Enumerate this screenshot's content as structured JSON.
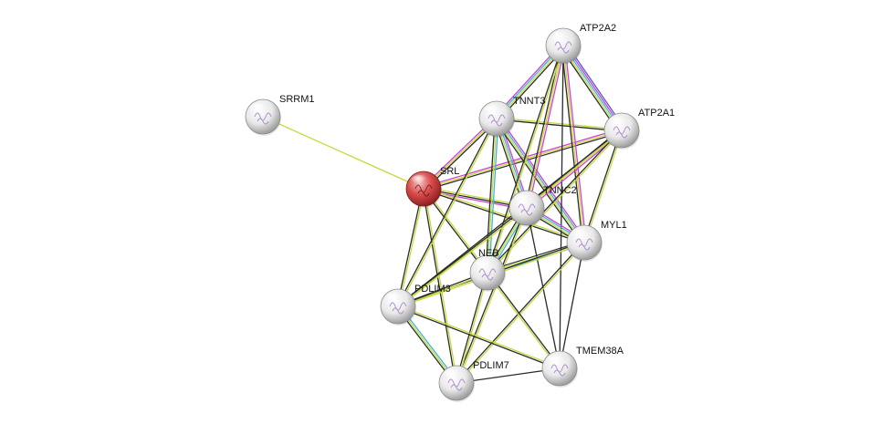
{
  "network": {
    "colors": {
      "textmining": "#c7d93b",
      "coexpression": "#2b2b2b",
      "experiments": "#d43bd4",
      "databases": "#37b8dc",
      "homology": "#5a5ad6",
      "query_node": "#d93a3a",
      "node": "#e6e6e6"
    },
    "nodes": [
      {
        "id": "SRRM1",
        "label": "SRRM1",
        "query": false,
        "label_side": "ne"
      },
      {
        "id": "SRL",
        "label": "SRL",
        "query": true,
        "label_side": "ne"
      },
      {
        "id": "TNNT3",
        "label": "TNNT3",
        "query": false,
        "label_side": "ne"
      },
      {
        "id": "ATP2A2",
        "label": "ATP2A2",
        "query": false,
        "label_side": "ne"
      },
      {
        "id": "ATP2A1",
        "label": "ATP2A1",
        "query": false,
        "label_side": "ne"
      },
      {
        "id": "TNNC2",
        "label": "TNNC2",
        "query": false,
        "label_side": "ne"
      },
      {
        "id": "MYL1",
        "label": "MYL1",
        "query": false,
        "label_side": "ne"
      },
      {
        "id": "NEB",
        "label": "NEB",
        "query": false,
        "label_side": "nw"
      },
      {
        "id": "PDLIM3",
        "label": "PDLIM3",
        "query": false,
        "label_side": "ne"
      },
      {
        "id": "PDLIM7",
        "label": "PDLIM7",
        "query": false,
        "label_side": "ne"
      },
      {
        "id": "TMEM38A",
        "label": "TMEM38A",
        "query": false,
        "label_side": "ne"
      }
    ],
    "edges": [
      {
        "source": "SRRM1",
        "target": "SRL",
        "evidence": [
          "textmining"
        ]
      },
      {
        "source": "SRL",
        "target": "TNNT3",
        "evidence": [
          "experiments",
          "textmining",
          "coexpression"
        ]
      },
      {
        "source": "SRL",
        "target": "ATP2A1",
        "evidence": [
          "experiments",
          "textmining",
          "coexpression"
        ]
      },
      {
        "source": "SRL",
        "target": "TNNC2",
        "evidence": [
          "textmining",
          "coexpression",
          "experiments"
        ]
      },
      {
        "source": "SRL",
        "target": "MYL1",
        "evidence": [
          "textmining",
          "coexpression"
        ]
      },
      {
        "source": "SRL",
        "target": "NEB",
        "evidence": [
          "textmining",
          "coexpression"
        ]
      },
      {
        "source": "SRL",
        "target": "PDLIM3",
        "evidence": [
          "textmining",
          "coexpression"
        ]
      },
      {
        "source": "SRL",
        "target": "PDLIM7",
        "evidence": [
          "textmining",
          "coexpression"
        ]
      },
      {
        "source": "TNNT3",
        "target": "ATP2A2",
        "evidence": [
          "experiments",
          "databases",
          "textmining",
          "coexpression"
        ]
      },
      {
        "source": "TNNT3",
        "target": "ATP2A1",
        "evidence": [
          "textmining",
          "coexpression"
        ]
      },
      {
        "source": "TNNT3",
        "target": "TNNC2",
        "evidence": [
          "experiments",
          "databases",
          "textmining",
          "coexpression"
        ]
      },
      {
        "source": "TNNT3",
        "target": "MYL1",
        "evidence": [
          "experiments",
          "databases",
          "textmining",
          "coexpression"
        ]
      },
      {
        "source": "TNNT3",
        "target": "NEB",
        "evidence": [
          "databases",
          "textmining",
          "coexpression"
        ]
      },
      {
        "source": "TNNT3",
        "target": "PDLIM3",
        "evidence": [
          "textmining",
          "coexpression"
        ]
      },
      {
        "source": "ATP2A2",
        "target": "ATP2A1",
        "evidence": [
          "homology",
          "experiments",
          "databases",
          "textmining",
          "coexpression"
        ]
      },
      {
        "source": "ATP2A2",
        "target": "TNNC2",
        "evidence": [
          "experiments",
          "textmining",
          "coexpression"
        ]
      },
      {
        "source": "ATP2A2",
        "target": "MYL1",
        "evidence": [
          "experiments",
          "textmining",
          "coexpression"
        ]
      },
      {
        "source": "ATP2A2",
        "target": "NEB",
        "evidence": [
          "textmining",
          "coexpression"
        ]
      },
      {
        "source": "ATP2A2",
        "target": "TMEM38A",
        "evidence": [
          "coexpression"
        ]
      },
      {
        "source": "ATP2A1",
        "target": "TNNC2",
        "evidence": [
          "experiments",
          "textmining",
          "coexpression"
        ]
      },
      {
        "source": "ATP2A1",
        "target": "MYL1",
        "evidence": [
          "textmining",
          "coexpression"
        ]
      },
      {
        "source": "ATP2A1",
        "target": "NEB",
        "evidence": [
          "textmining",
          "coexpression"
        ]
      },
      {
        "source": "ATP2A1",
        "target": "PDLIM3",
        "evidence": [
          "textmining",
          "coexpression"
        ]
      },
      {
        "source": "TNNC2",
        "target": "MYL1",
        "evidence": [
          "experiments",
          "databases",
          "textmining",
          "coexpression"
        ]
      },
      {
        "source": "TNNC2",
        "target": "NEB",
        "evidence": [
          "databases",
          "textmining",
          "coexpression"
        ]
      },
      {
        "source": "TNNC2",
        "target": "PDLIM3",
        "evidence": [
          "textmining",
          "coexpression"
        ]
      },
      {
        "source": "TNNC2",
        "target": "PDLIM7",
        "evidence": [
          "textmining",
          "coexpression"
        ]
      },
      {
        "source": "TNNC2",
        "target": "TMEM38A",
        "evidence": [
          "coexpression"
        ]
      },
      {
        "source": "MYL1",
        "target": "NEB",
        "evidence": [
          "databases",
          "textmining",
          "coexpression"
        ]
      },
      {
        "source": "MYL1",
        "target": "PDLIM3",
        "evidence": [
          "textmining",
          "coexpression"
        ]
      },
      {
        "source": "MYL1",
        "target": "PDLIM7",
        "evidence": [
          "textmining",
          "coexpression"
        ]
      },
      {
        "source": "MYL1",
        "target": "TMEM38A",
        "evidence": [
          "coexpression"
        ]
      },
      {
        "source": "NEB",
        "target": "PDLIM3",
        "evidence": [
          "textmining",
          "coexpression"
        ]
      },
      {
        "source": "NEB",
        "target": "PDLIM7",
        "evidence": [
          "textmining",
          "coexpression"
        ]
      },
      {
        "source": "NEB",
        "target": "TMEM38A",
        "evidence": [
          "coexpression",
          "textmining"
        ]
      },
      {
        "source": "PDLIM3",
        "target": "PDLIM7",
        "evidence": [
          "databases",
          "textmining",
          "coexpression"
        ]
      },
      {
        "source": "PDLIM3",
        "target": "TMEM38A",
        "evidence": [
          "textmining",
          "coexpression"
        ]
      },
      {
        "source": "PDLIM7",
        "target": "TMEM38A",
        "evidence": [
          "coexpression"
        ]
      }
    ]
  }
}
